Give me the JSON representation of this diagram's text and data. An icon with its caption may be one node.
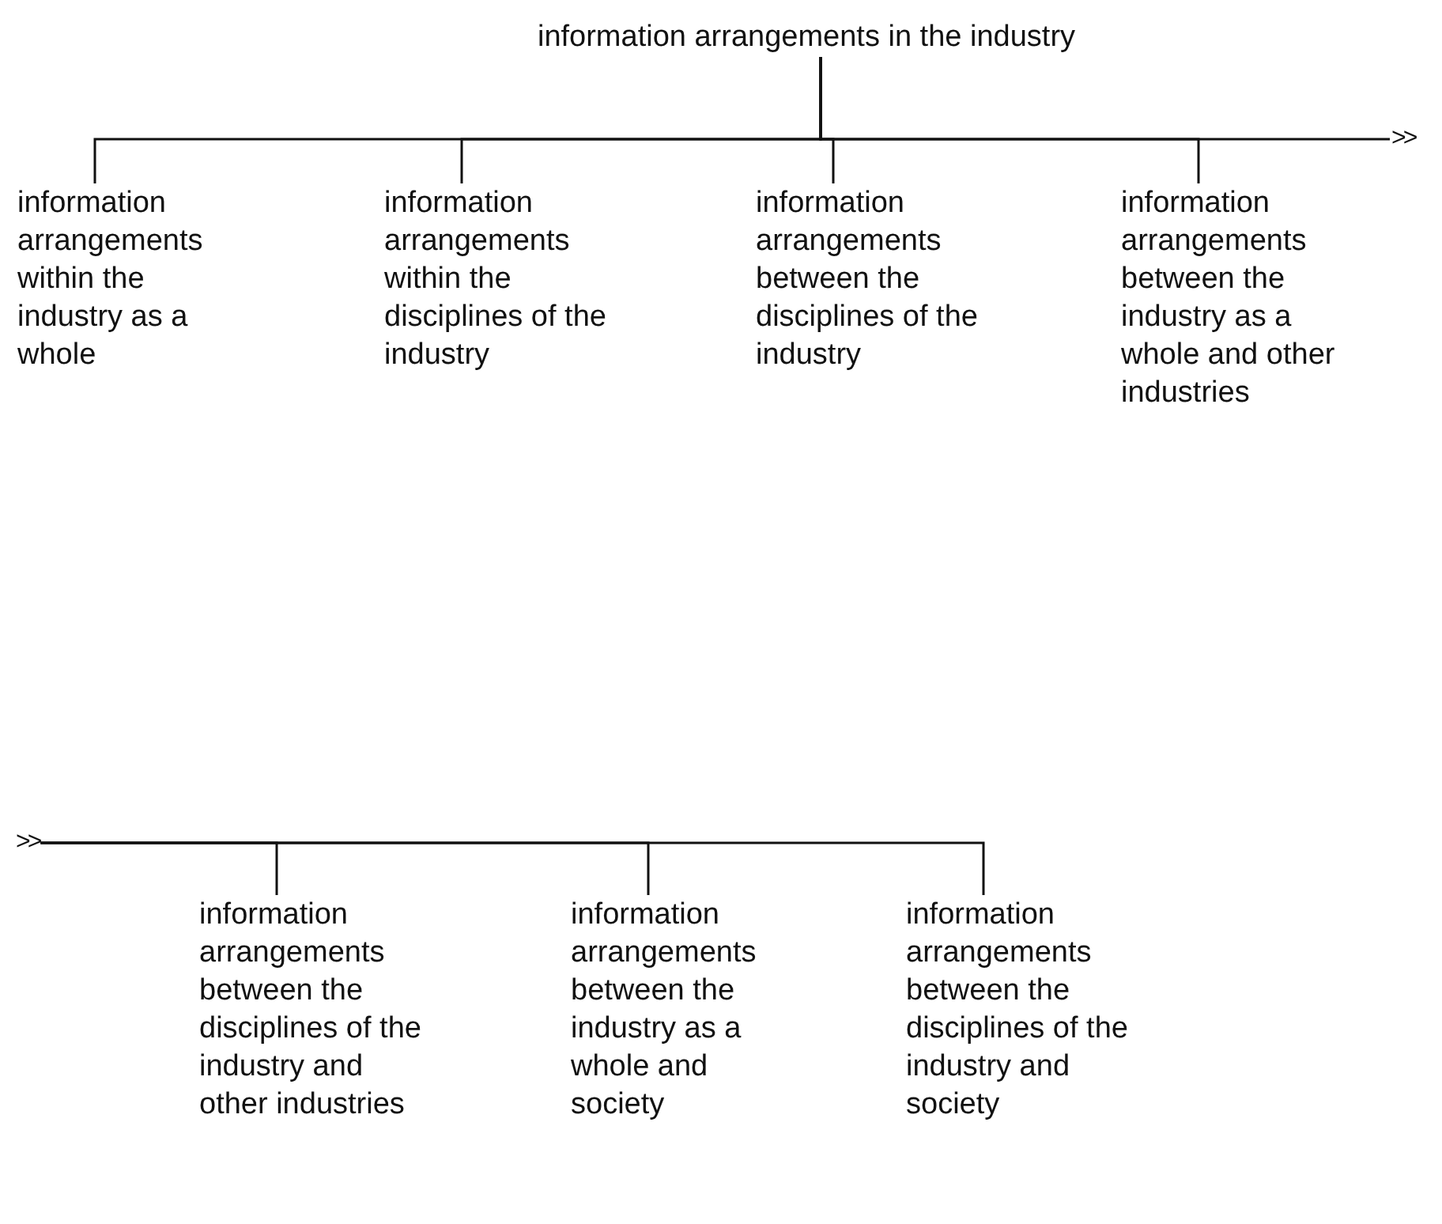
{
  "diagram": {
    "nodes": [
      {
        "text": [
          "information arrangements in the industry"
        ]
      },
      {
        "text": [
          "information arrangements within the industry as a whole"
        ]
      },
      {
        "text": [
          "information arrangements within the disciplines of the industry"
        ]
      },
      {
        "text": [
          "information arrangements between the disciplines of the industry"
        ]
      },
      {
        "text": [
          "information arrangements between the industry as a whole and other industries"
        ]
      },
      {
        "text": [
          ">>"
        ]
      },
      {
        "text": [
          ">>"
        ]
      },
      {
        "text": [
          "information arrangements between the disciplines of the industry and other industries"
        ]
      },
      {
        "text": [
          "information arrangements between the industry as a whole and society"
        ]
      },
      {
        "text": [
          "information arrangements between the disciplines of the industry and society"
        ]
      }
    ],
    "edges": [
      {
        "from": 0,
        "to": 1,
        "arrow": "none"
      },
      {
        "from": 0,
        "to": 2,
        "arrow": "none"
      },
      {
        "from": 0,
        "to": 3,
        "arrow": "none"
      },
      {
        "from": 0,
        "to": 4,
        "arrow": "none"
      },
      {
        "from": 0,
        "to": 5,
        "arrow": "none"
      },
      {
        "from": 6,
        "to": 7,
        "arrow": "none"
      },
      {
        "from": 6,
        "to": 8,
        "arrow": "none"
      },
      {
        "from": 6,
        "to": 9,
        "arrow": "none"
      }
    ]
  }
}
